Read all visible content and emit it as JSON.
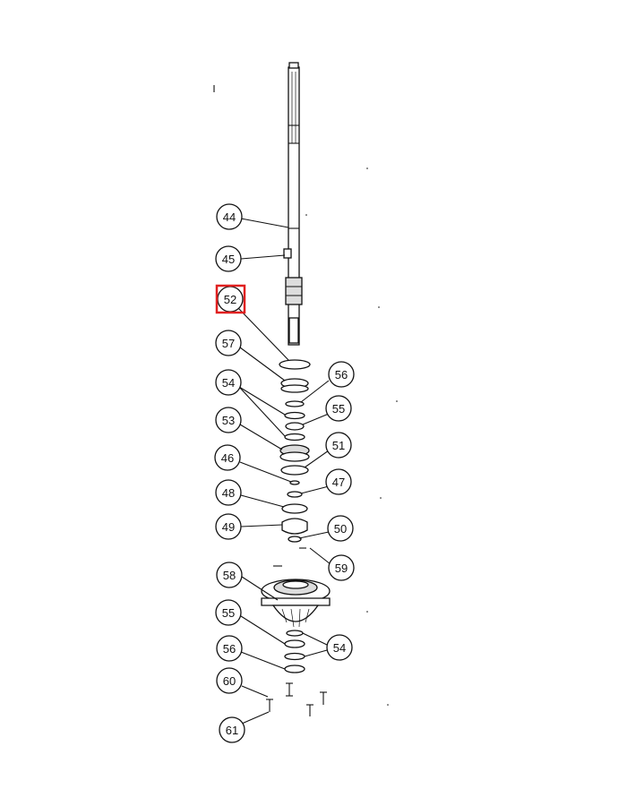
{
  "diagram": {
    "highlight_color": "#e02020",
    "highlighted_callout": "52",
    "callouts": [
      {
        "id": "c44",
        "label": "44"
      },
      {
        "id": "c45",
        "label": "45"
      },
      {
        "id": "c52",
        "label": "52"
      },
      {
        "id": "c57",
        "label": "57"
      },
      {
        "id": "c56a",
        "label": "56"
      },
      {
        "id": "c54a",
        "label": "54"
      },
      {
        "id": "c55a",
        "label": "55"
      },
      {
        "id": "c53",
        "label": "53"
      },
      {
        "id": "c51",
        "label": "51"
      },
      {
        "id": "c46",
        "label": "46"
      },
      {
        "id": "c47",
        "label": "47"
      },
      {
        "id": "c48",
        "label": "48"
      },
      {
        "id": "c49",
        "label": "49"
      },
      {
        "id": "c50",
        "label": "50"
      },
      {
        "id": "c59",
        "label": "59"
      },
      {
        "id": "c58",
        "label": "58"
      },
      {
        "id": "c55b",
        "label": "55"
      },
      {
        "id": "c54b",
        "label": "54"
      },
      {
        "id": "c56b",
        "label": "56"
      },
      {
        "id": "c60",
        "label": "60"
      },
      {
        "id": "c61",
        "label": "61"
      }
    ]
  }
}
